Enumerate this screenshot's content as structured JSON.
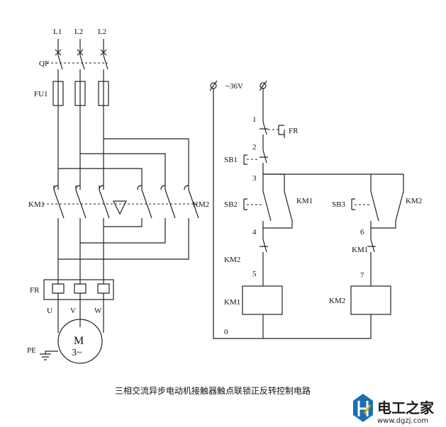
{
  "labels": {
    "L1": "L1",
    "L2a": "L2",
    "L2b": "L2",
    "QF": "QF",
    "FU1": "FU1",
    "KM1_main": "KM1",
    "KM2_main": "KM2",
    "FR_main": "FR",
    "U": "U",
    "V": "V",
    "W": "W",
    "motor_M": "M",
    "motor_phase": "3~",
    "PE": "PE",
    "supply": "~36V",
    "n1": "1",
    "n2": "2",
    "n3": "3",
    "n4": "4",
    "n5": "5",
    "n6": "6",
    "n7": "7",
    "n0": "0",
    "FR_ctrl": "FR",
    "SB1": "SB1",
    "SB2": "SB2",
    "SB3": "SB3",
    "KM1_aux_left": "KM1",
    "KM2_aux_right": "KM2",
    "KM2_interlock": "KM2",
    "KM1_interlock": "KM1",
    "KM1_coil": "KM1",
    "KM2_coil": "KM2"
  },
  "caption": "三相交流异步电动机接触器触点联锁正反转控制电路",
  "watermark": {
    "brand": "电工之家",
    "url": "www.dgzj.com",
    "logo_color": "#1b6fb3"
  }
}
